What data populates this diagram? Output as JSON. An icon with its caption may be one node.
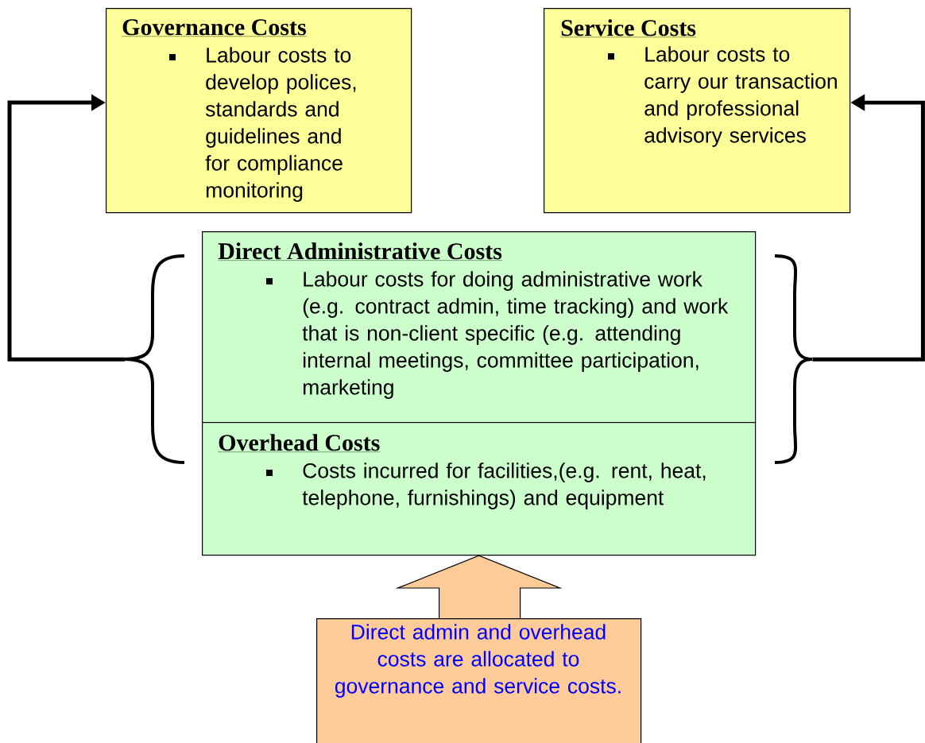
{
  "diagram": {
    "nodes": [
      {
        "text": [
          "Governance Costs",
          "Labour costs to develop polices, standards and guidelines and for compliance monitoring"
        ]
      },
      {
        "text": [
          "Service Costs",
          "Labour costs to carry our transaction and professional advisory services"
        ]
      },
      {
        "text": [
          "Direct Administrative Costs",
          "Labour costs for doing administrative work (e.g. contract admin, time tracking) and work that is non-client specific (e.g. attending internal meetings, committee participation, marketing"
        ]
      },
      {
        "text": [
          "Overhead Costs",
          "Costs incurred for facilities,(e.g. rent, heat, telephone, furnishings) and equipment"
        ]
      },
      {
        "text": [
          "Direct admin and overhead costs are allocated to governance and service costs."
        ]
      },
      {
        "text": [],
        "shape": "brace"
      },
      {
        "text": [],
        "shape": "brace"
      }
    ],
    "edges": [
      {
        "from": 5,
        "to": 0,
        "arrow": "to"
      },
      {
        "from": 6,
        "to": 1,
        "arrow": "to"
      },
      {
        "from": 4,
        "to": 3,
        "arrow": "to"
      }
    ]
  }
}
